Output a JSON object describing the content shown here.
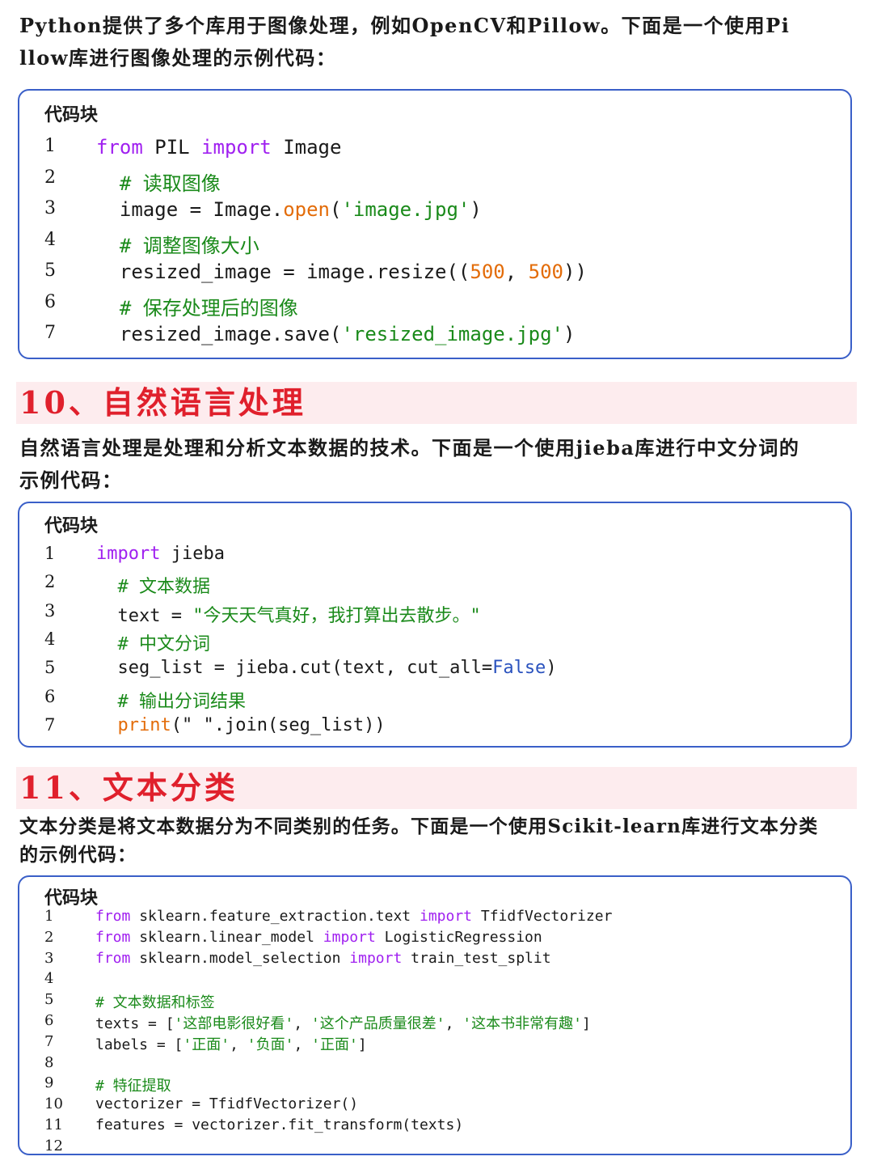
{
  "intro": {
    "line1": "Python提供了多个库用于图像处理，例如OpenCV和Pillow。下面是一个使用Pi",
    "line2": "llow库进行图像处理的示例代码："
  },
  "block1": {
    "title": "代码块",
    "lines": [
      {
        "n": "1",
        "tokens": [
          [
            "kw",
            "from"
          ],
          [
            "t",
            " PIL "
          ],
          [
            "kw",
            "import"
          ],
          [
            "t",
            " Image"
          ]
        ]
      },
      {
        "n": "2",
        "tokens": [
          [
            "cm",
            "  # 读取图像"
          ]
        ]
      },
      {
        "n": "3",
        "tokens": [
          [
            "t",
            "  image = Image."
          ],
          [
            "fn",
            "open"
          ],
          [
            "t",
            "("
          ],
          [
            "str",
            "'image.jpg'"
          ],
          [
            "t",
            ")"
          ]
        ]
      },
      {
        "n": "4",
        "tokens": [
          [
            "cm",
            "  # 调整图像大小"
          ]
        ]
      },
      {
        "n": "5",
        "tokens": [
          [
            "t",
            "  resized_image = image.resize(("
          ],
          [
            "num",
            "500"
          ],
          [
            "t",
            ", "
          ],
          [
            "num",
            "500"
          ],
          [
            "t",
            "))"
          ]
        ]
      },
      {
        "n": "6",
        "tokens": [
          [
            "cm",
            "  # 保存处理后的图像"
          ]
        ]
      },
      {
        "n": "7",
        "tokens": [
          [
            "t",
            "  resized_image.save("
          ],
          [
            "str",
            "'resized_image.jpg'"
          ],
          [
            "t",
            ")"
          ]
        ]
      }
    ]
  },
  "section10": {
    "title": "10、自然语言处理",
    "desc_line1": "自然语言处理是处理和分析文本数据的技术。下面是一个使用jieba库进行中文分词的",
    "desc_line2": "示例代码："
  },
  "block2": {
    "title": "代码块",
    "lines": [
      {
        "n": "1",
        "tokens": [
          [
            "kw",
            "import"
          ],
          [
            "t",
            " jieba"
          ]
        ]
      },
      {
        "n": "2",
        "tokens": [
          [
            "cm",
            "  # 文本数据"
          ]
        ]
      },
      {
        "n": "3",
        "tokens": [
          [
            "t",
            "  text = "
          ],
          [
            "str",
            "\"今天天气真好，我打算出去散步。\""
          ]
        ]
      },
      {
        "n": "4",
        "tokens": [
          [
            "cm",
            "  # 中文分词"
          ]
        ]
      },
      {
        "n": "5",
        "tokens": [
          [
            "t",
            "  seg_list = jieba.cut(text, cut_all="
          ],
          [
            "bool",
            "False"
          ],
          [
            "t",
            ")"
          ]
        ]
      },
      {
        "n": "6",
        "tokens": [
          [
            "cm",
            "  # 输出分词结果"
          ]
        ]
      },
      {
        "n": "7",
        "tokens": [
          [
            "t",
            "  "
          ],
          [
            "fn",
            "print"
          ],
          [
            "t",
            "(\" \".join(seg_list))"
          ]
        ]
      }
    ]
  },
  "section11": {
    "title": "11、文本分类",
    "desc_line1": "文本分类是将文本数据分为不同类别的任务。下面是一个使用Scikit-learn库进行文本分类",
    "desc_line2": "的示例代码："
  },
  "block3": {
    "title": "代码块",
    "lines": [
      {
        "n": "1",
        "tokens": [
          [
            "kw",
            "from"
          ],
          [
            "t",
            " sklearn.feature_extraction.text "
          ],
          [
            "kw",
            "import"
          ],
          [
            "t",
            " TfidfVectorizer"
          ]
        ]
      },
      {
        "n": "2",
        "tokens": [
          [
            "kw",
            "from"
          ],
          [
            "t",
            " sklearn.linear_model "
          ],
          [
            "kw",
            "import"
          ],
          [
            "t",
            " LogisticRegression"
          ]
        ]
      },
      {
        "n": "3",
        "tokens": [
          [
            "kw",
            "from"
          ],
          [
            "t",
            " sklearn.model_selection "
          ],
          [
            "kw",
            "import"
          ],
          [
            "t",
            " train_test_split"
          ]
        ]
      },
      {
        "n": "4",
        "tokens": []
      },
      {
        "n": "5",
        "tokens": [
          [
            "cm",
            "# 文本数据和标签"
          ]
        ]
      },
      {
        "n": "6",
        "tokens": [
          [
            "t",
            "texts = ["
          ],
          [
            "str",
            "'这部电影很好看'"
          ],
          [
            "t",
            ", "
          ],
          [
            "str",
            "'这个产品质量很差'"
          ],
          [
            "t",
            ", "
          ],
          [
            "str",
            "'这本书非常有趣'"
          ],
          [
            "t",
            "]"
          ]
        ]
      },
      {
        "n": "7",
        "tokens": [
          [
            "t",
            "labels = ["
          ],
          [
            "str",
            "'正面'"
          ],
          [
            "t",
            ", "
          ],
          [
            "str",
            "'负面'"
          ],
          [
            "t",
            ", "
          ],
          [
            "str",
            "'正面'"
          ],
          [
            "t",
            "]"
          ]
        ]
      },
      {
        "n": "8",
        "tokens": []
      },
      {
        "n": "9",
        "tokens": [
          [
            "cm",
            "# 特征提取"
          ]
        ]
      },
      {
        "n": "10",
        "tokens": [
          [
            "t",
            "vectorizer = TfidfVectorizer()"
          ]
        ]
      },
      {
        "n": "11",
        "tokens": [
          [
            "t",
            "features = vectorizer.fit_transform(texts)"
          ]
        ]
      },
      {
        "n": "12",
        "tokens": []
      }
    ]
  }
}
